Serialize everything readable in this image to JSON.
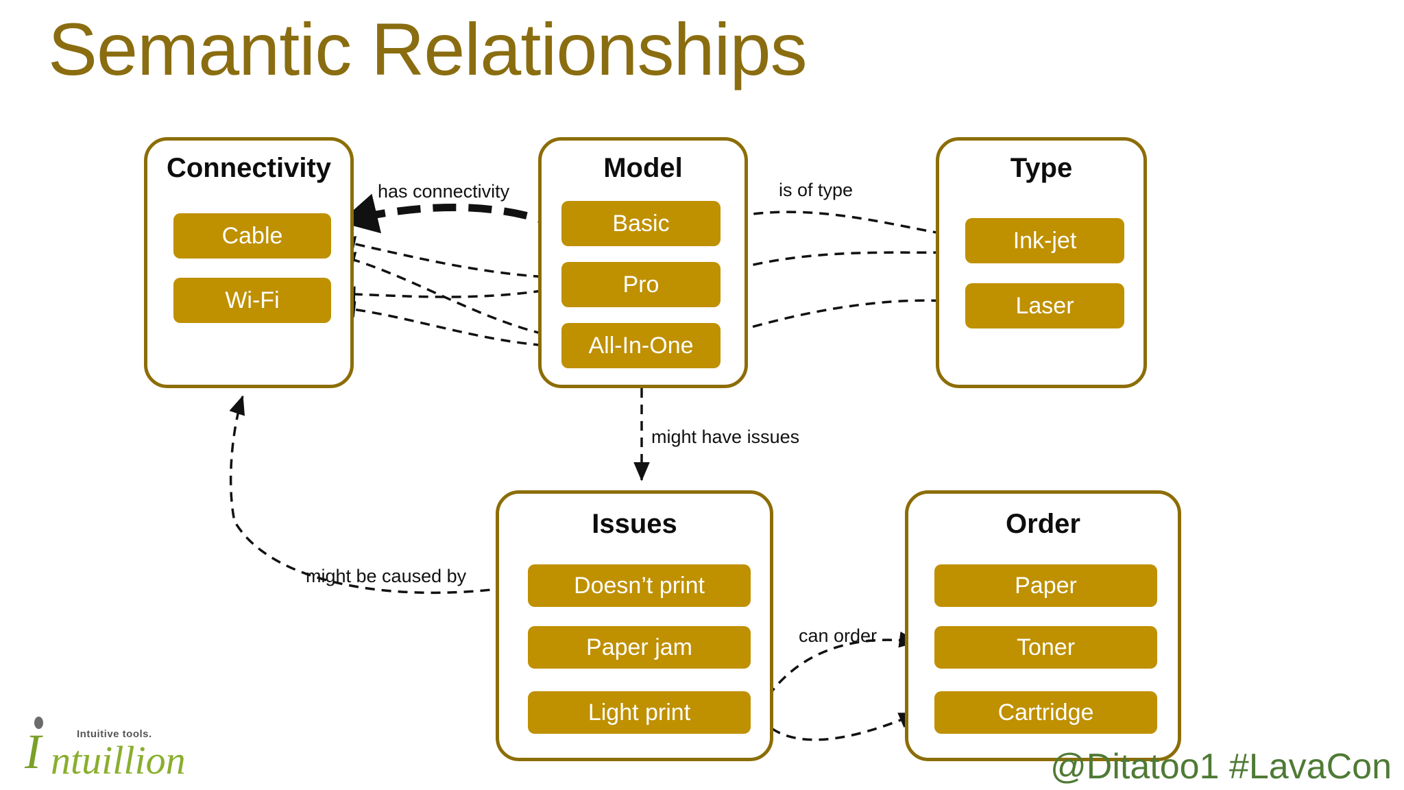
{
  "title": "Semantic Relationships",
  "theme": {
    "title_color": "#8a6d10",
    "box_border": "#8c6d06",
    "pill_fill": "#bf9000",
    "pill_text": "#ffffff",
    "edge_color": "#111111",
    "brand_green": "#4f7a35"
  },
  "groups": [
    {
      "id": "connectivity",
      "title": "Connectivity",
      "items": [
        "Cable",
        "Wi-Fi"
      ]
    },
    {
      "id": "model",
      "title": "Model",
      "items": [
        "Basic",
        "Pro",
        "All-In-One"
      ]
    },
    {
      "id": "type",
      "title": "Type",
      "items": [
        "Ink-jet",
        "Laser"
      ]
    },
    {
      "id": "issues",
      "title": "Issues",
      "items": [
        "Doesn’t print",
        "Paper jam",
        "Light print"
      ]
    },
    {
      "id": "order",
      "title": "Order",
      "items": [
        "Paper",
        "Toner",
        "Cartridge"
      ]
    }
  ],
  "relationships": [
    {
      "id": "has-connectivity",
      "label": "has connectivity",
      "from": "Model",
      "to": "Connectivity"
    },
    {
      "id": "is-of-type",
      "label": "is of type",
      "from": "Model",
      "to": "Type"
    },
    {
      "id": "might-have-issues",
      "label": "might have issues",
      "from": "Model",
      "to": "Issues"
    },
    {
      "id": "might-be-caused-by",
      "label": "might be caused by",
      "from": "Issues",
      "to": "Connectivity"
    },
    {
      "id": "can-order",
      "label": "can order",
      "from": "Issues",
      "to": "Order"
    }
  ],
  "branding": {
    "logo_initial": "I",
    "logo_rest": "ntuillion",
    "logo_tagline": "Intuitive tools.",
    "handle": "@Ditatoo1 #LavaCon"
  }
}
